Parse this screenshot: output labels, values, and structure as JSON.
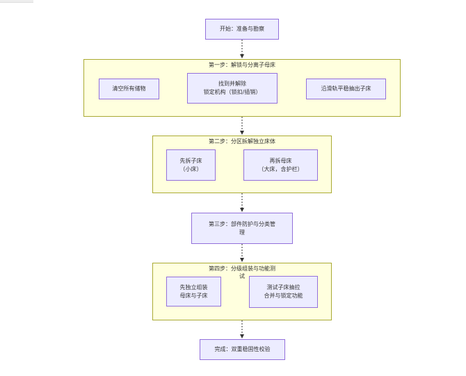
{
  "nodes": {
    "start": "开始：准备与勘察",
    "empty_storage": "清空所有储物",
    "find_lock": "找到并解除\n锁定机构（锁扣/插销）",
    "pull_out": "沿滑轨平稳抽出子床",
    "child_bed": "先拆子床\n（小床）",
    "mother_bed": "再拆母床\n（大床，含护栏）",
    "protect": "第三步：部件防护与分类管\n理",
    "assemble_separate": "先独立组装\n母床与子床",
    "test_pull": "测试子床抽拉\n合并与锁定功能",
    "finish": "完成：双重稳固性校验"
  },
  "clusters": {
    "step1": "第一步：解锁与分离子母床",
    "step2": "第二步：分区拆解独立床体",
    "step4": "第四步：分级组装与功能测\n试"
  },
  "colors": {
    "node_fill": "#ececff",
    "node_border": "#9370db",
    "cluster_fill": "#ffffde",
    "cluster_border": "#aaaa33",
    "edge": "#333333"
  }
}
